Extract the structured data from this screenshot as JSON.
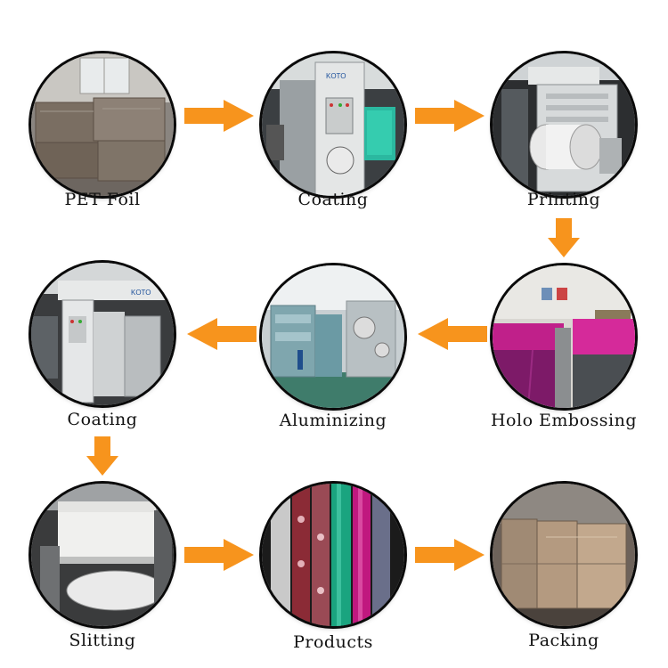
{
  "steps": [
    {
      "label": "PET Foil"
    },
    {
      "label": "Coating"
    },
    {
      "label": "Printing"
    },
    {
      "label": "Holo Embossing"
    },
    {
      "label": "Aluminizing"
    },
    {
      "label": "Coating"
    },
    {
      "label": "Slitting"
    },
    {
      "label": "Products"
    },
    {
      "label": "Packing"
    }
  ],
  "machine_brand": "KOTO",
  "colors": {
    "arrow": "#f7941d",
    "border": "#0a0a0a"
  }
}
